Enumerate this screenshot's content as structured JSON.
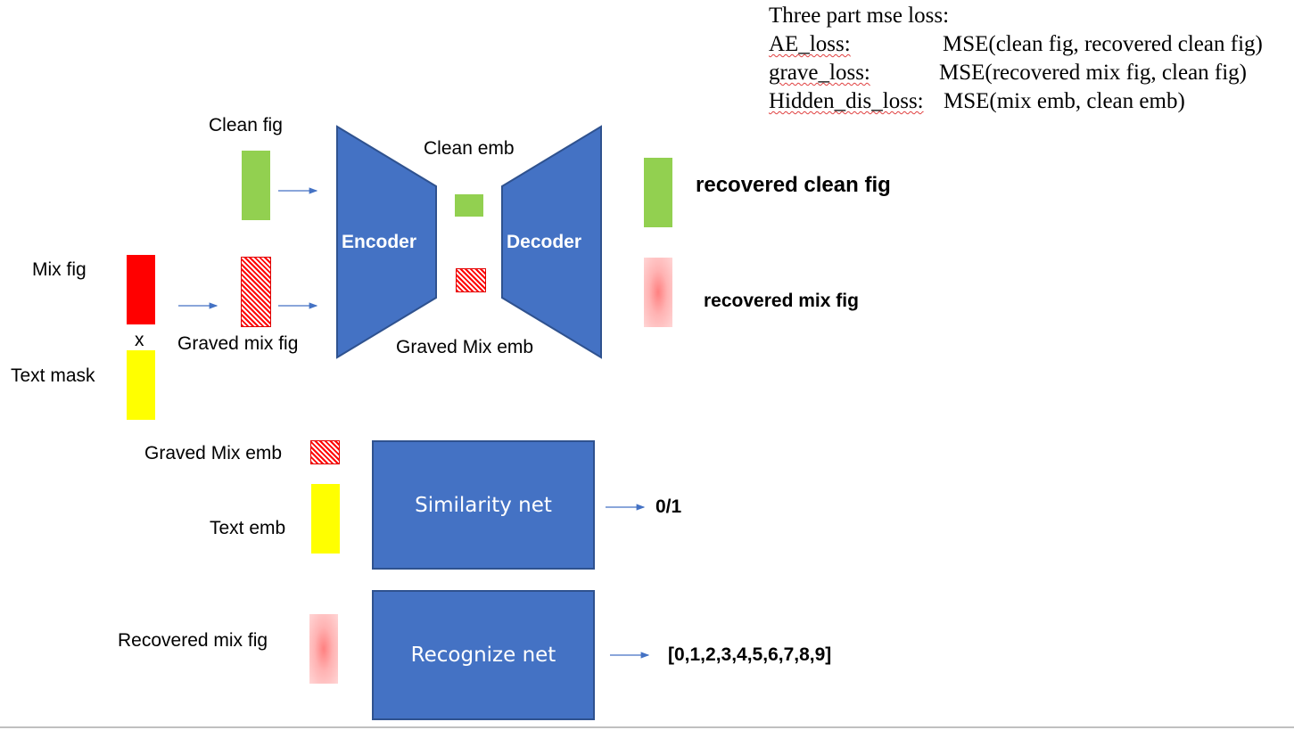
{
  "loss_panel": {
    "title": "Three part mse loss:",
    "items": [
      {
        "name": "AE_loss:",
        "formula": "MSE(clean fig, recovered clean fig)"
      },
      {
        "name": "grave_loss:",
        "formula": "MSE(recovered mix fig, clean fig)"
      },
      {
        "name": "Hidden_dis_loss:",
        "formula": "MSE(mix emb, clean emb)"
      }
    ]
  },
  "inputs": {
    "clean_fig": "Clean fig",
    "mix_fig": "Mix fig",
    "multiply": "x",
    "text_mask": "Text mask",
    "graved_mix_fig": "Graved mix fig"
  },
  "autoencoder": {
    "encoder": "Encoder",
    "decoder": "Decoder",
    "clean_emb": "Clean emb",
    "graved_mix_emb": "Graved Mix emb"
  },
  "outputs": {
    "recovered_clean_fig": "recovered clean fig",
    "recovered_mix_fig": "recovered mix fig"
  },
  "similarity": {
    "input_a": "Graved Mix emb",
    "input_b": "Text emb",
    "net": "Similarity net",
    "output": "0/1"
  },
  "recognize": {
    "input": "Recovered mix fig",
    "net": "Recognize net",
    "output": "[0,1,2,3,4,5,6,7,8,9]"
  },
  "colors": {
    "net_blue": "#4472c4",
    "net_border": "#2f528f",
    "clean_green": "#92d050",
    "mix_red": "#ff0000",
    "mask_yellow": "#ffff00",
    "arrow_blue": "#4472c4"
  }
}
